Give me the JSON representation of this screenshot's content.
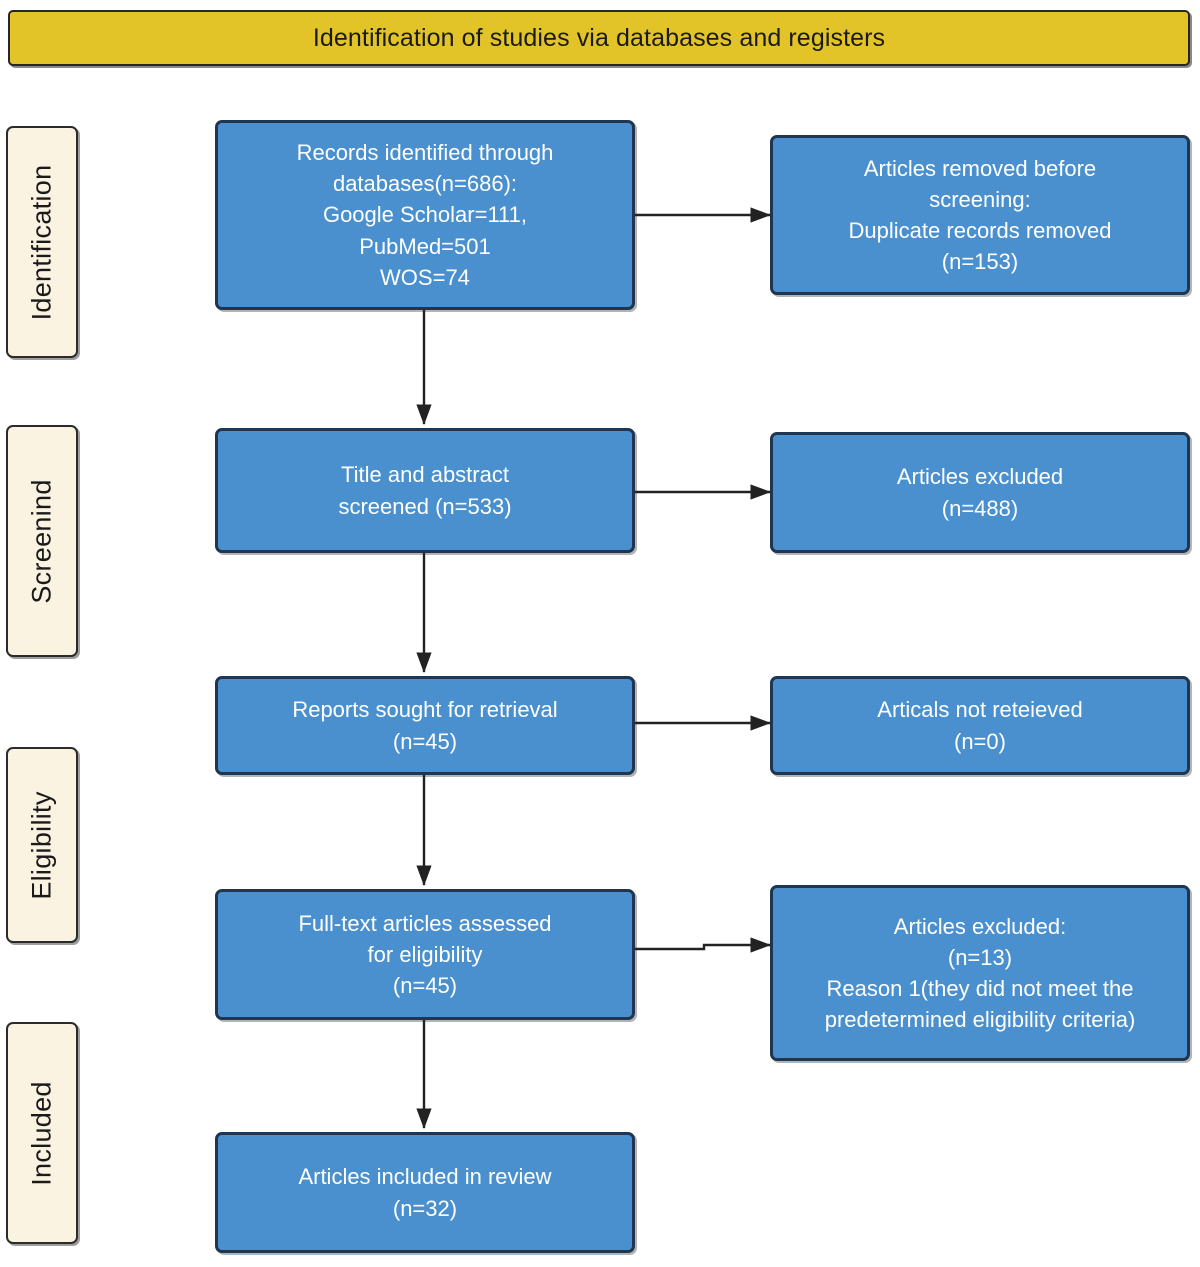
{
  "header": {
    "title": "Identification of studies via databases and registers",
    "background_color": "#e2c428",
    "text_color": "#1a1a1a"
  },
  "theme": {
    "box_fill": "#4a90ce",
    "box_border": "#1f3550",
    "box_text": "#ffffff",
    "stage_fill": "#fbf3e2",
    "stage_border": "#2b2b2b",
    "connector_color": "#222222",
    "page_background": "#ffffff"
  },
  "stages": [
    {
      "label": "Identification"
    },
    {
      "label": "Screenind"
    },
    {
      "label": "Eligibility"
    },
    {
      "label": "Included"
    }
  ],
  "flow": {
    "main": [
      {
        "id": "records-identified",
        "text": "Records identified through\ndatabases(n=686):\nGoogle Scholar=111,\nPubMed=501\nWOS=74",
        "count": 686,
        "sources": [
          {
            "name": "Google Scholar",
            "count": 111
          },
          {
            "name": "PubMed",
            "count": 501
          },
          {
            "name": "WOS",
            "count": 74
          }
        ]
      },
      {
        "id": "title-abstract-screened",
        "text": "Title and abstract\nscreened (n=533)",
        "count": 533
      },
      {
        "id": "reports-sought",
        "text": "Reports sought for retrieval\n(n=45)",
        "count": 45
      },
      {
        "id": "fulltext-assessed",
        "text": "Full-text articles assessed\nfor eligibility\n(n=45)",
        "count": 45
      },
      {
        "id": "articles-included",
        "text": "Articles included in review\n(n=32)",
        "count": 32
      }
    ],
    "excluded": [
      {
        "id": "removed-before-screening",
        "text": "Articles removed before\nscreening:\nDuplicate records removed\n(n=153)",
        "count": 153
      },
      {
        "id": "articles-excluded-screening",
        "text": "Articles excluded\n(n=488)",
        "count": 488
      },
      {
        "id": "articles-not-retrieved",
        "text": "Articals not reteieved\n(n=0)",
        "count": 0
      },
      {
        "id": "articles-excluded-eligibility",
        "text": "Articles excluded:\n(n=13)\nReason 1(they did not meet the\npredetermined eligibility criteria)",
        "count": 13,
        "reason": "Reason 1(they did not meet the predetermined eligibility criteria)"
      }
    ]
  }
}
